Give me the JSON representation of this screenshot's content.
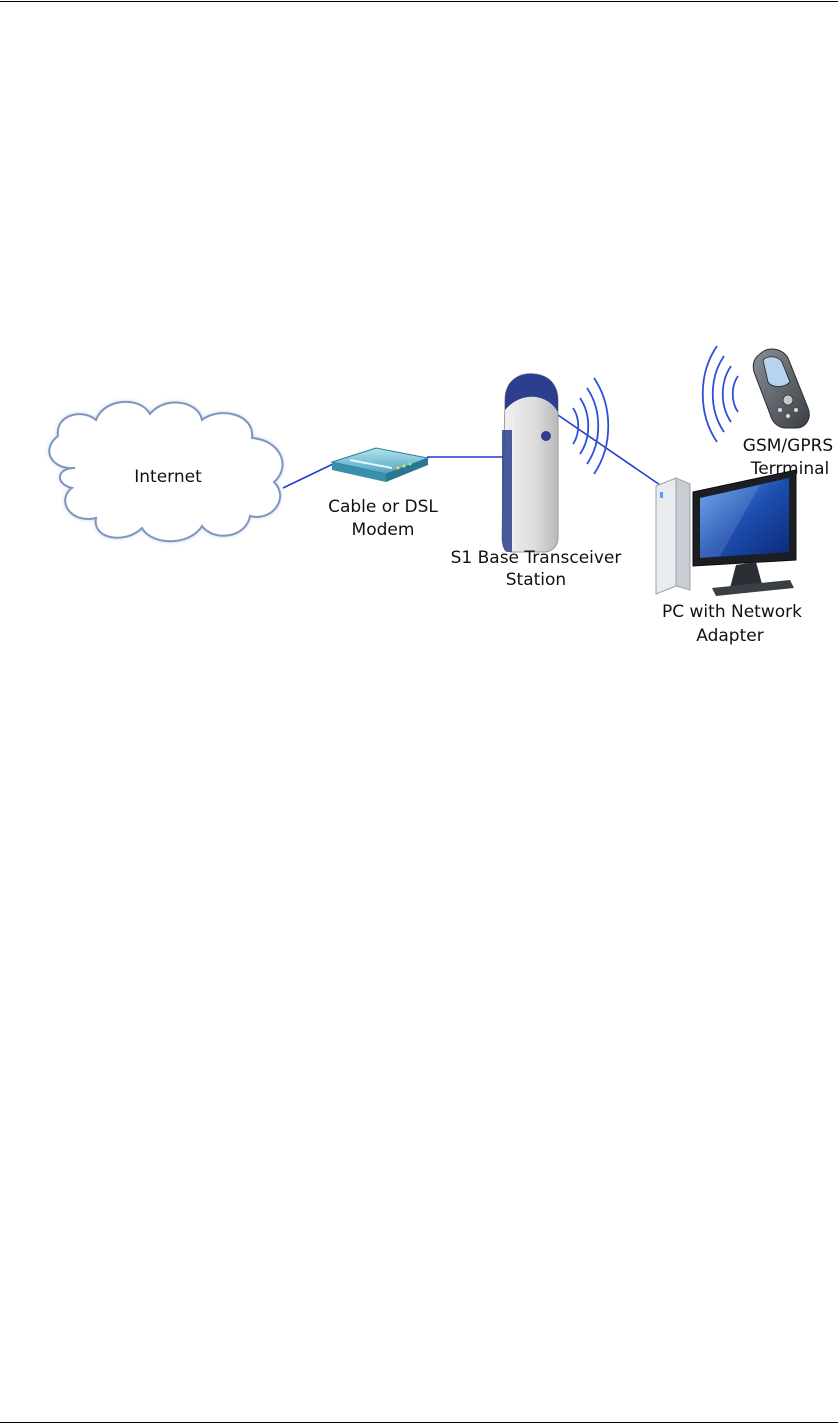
{
  "nodes": {
    "internet": {
      "label": "Internet"
    },
    "modem": {
      "label_line1": "Cable or DSL",
      "label_line2": "Modem"
    },
    "bts": {
      "label_line1": "S1 Base Transceiver",
      "label_line2": "Station"
    },
    "terminal": {
      "label_line1": "GSM/GPRS",
      "label_line2": "Terrminal"
    },
    "pc": {
      "label_line1": "PC with Network",
      "label_line2": "Adapter"
    }
  },
  "colors": {
    "link": "#1f3fd0",
    "cloud_fill": "#ffffff",
    "cloud_stroke": "#7d97bd",
    "modem_body": "#7fc3d6",
    "bts_body": "#dcdcdc",
    "bts_accent": "#2c3f8e",
    "pc_screen": "#1d4fb0",
    "wave": "#2f4fd6"
  }
}
